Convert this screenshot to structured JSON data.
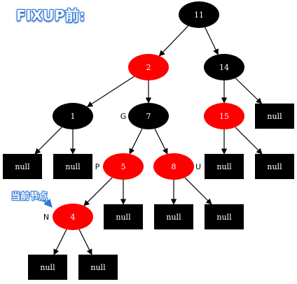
{
  "title": "FIXUP前:",
  "current_node_label": "当前节点",
  "colors": {
    "black_node": "#000000",
    "red_node": "#ff0000",
    "edge": "#000000",
    "annotation_blue": "#2e78d6"
  },
  "tree": {
    "nodes": [
      {
        "id": "n11",
        "key": "11",
        "color": "black"
      },
      {
        "id": "n2",
        "key": "2",
        "color": "red"
      },
      {
        "id": "n14",
        "key": "14",
        "color": "black"
      },
      {
        "id": "n1",
        "key": "1",
        "color": "black"
      },
      {
        "id": "n7",
        "key": "7",
        "color": "black",
        "role": "G"
      },
      {
        "id": "n15",
        "key": "15",
        "color": "red"
      },
      {
        "id": "n5",
        "key": "5",
        "color": "red",
        "role": "P"
      },
      {
        "id": "n8",
        "key": "8",
        "color": "red",
        "role": "U"
      },
      {
        "id": "n4",
        "key": "4",
        "color": "red",
        "role": "N"
      }
    ],
    "null_leaves": [
      {
        "id": "l1a",
        "text": "null"
      },
      {
        "id": "l1b",
        "text": "null"
      },
      {
        "id": "l14r",
        "text": "null"
      },
      {
        "id": "l15a",
        "text": "null"
      },
      {
        "id": "l15b",
        "text": "null"
      },
      {
        "id": "l5r",
        "text": "null"
      },
      {
        "id": "l8a",
        "text": "null"
      },
      {
        "id": "l8b",
        "text": "null"
      },
      {
        "id": "l4a",
        "text": "null"
      },
      {
        "id": "l4b",
        "text": "null"
      }
    ],
    "edges": [
      [
        "n11",
        "n2"
      ],
      [
        "n11",
        "n14"
      ],
      [
        "n2",
        "n1"
      ],
      [
        "n2",
        "n7"
      ],
      [
        "n14",
        "n15"
      ],
      [
        "n14",
        "l14r"
      ],
      [
        "n1",
        "l1a"
      ],
      [
        "n1",
        "l1b"
      ],
      [
        "n7",
        "n5"
      ],
      [
        "n7",
        "n8"
      ],
      [
        "n15",
        "l15a"
      ],
      [
        "n15",
        "l15b"
      ],
      [
        "n5",
        "n4"
      ],
      [
        "n5",
        "l5r"
      ],
      [
        "n8",
        "l8a"
      ],
      [
        "n8",
        "l8b"
      ],
      [
        "n4",
        "l4a"
      ],
      [
        "n4",
        "l4b"
      ]
    ]
  }
}
